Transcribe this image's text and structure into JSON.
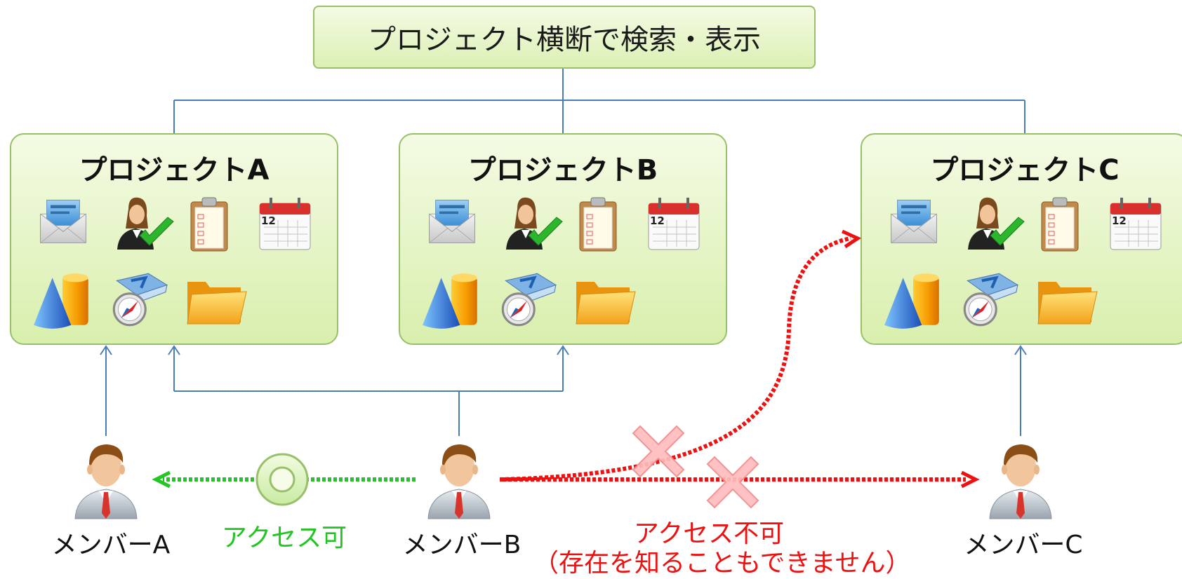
{
  "search_box": {
    "label": "プロジェクト横断で検索・表示"
  },
  "projects": [
    {
      "title": "プロジェクトA",
      "calendar_day": "12"
    },
    {
      "title": "プロジェクトB",
      "calendar_day": "12"
    },
    {
      "title": "プロジェクトC",
      "calendar_day": "12"
    }
  ],
  "members": [
    {
      "name": "メンバーA"
    },
    {
      "name": "メンバーB"
    },
    {
      "name": "メンバーC"
    }
  ],
  "access": {
    "allowed_label": "アクセス可",
    "denied_label": "アクセス不可",
    "denied_note": "（存在を知ることもできません）"
  },
  "colors": {
    "connector": "#4a7ebb",
    "allowed": "#22c622",
    "denied": "#ee1111",
    "box_border": "#98c06a"
  },
  "icons": [
    "mail-icon",
    "user-check-icon",
    "clipboard-icon",
    "calendar-icon",
    "shapes-icon",
    "map-compass-icon",
    "folder-icon",
    "person-icon",
    "ok-circle-icon",
    "cross-icon"
  ]
}
